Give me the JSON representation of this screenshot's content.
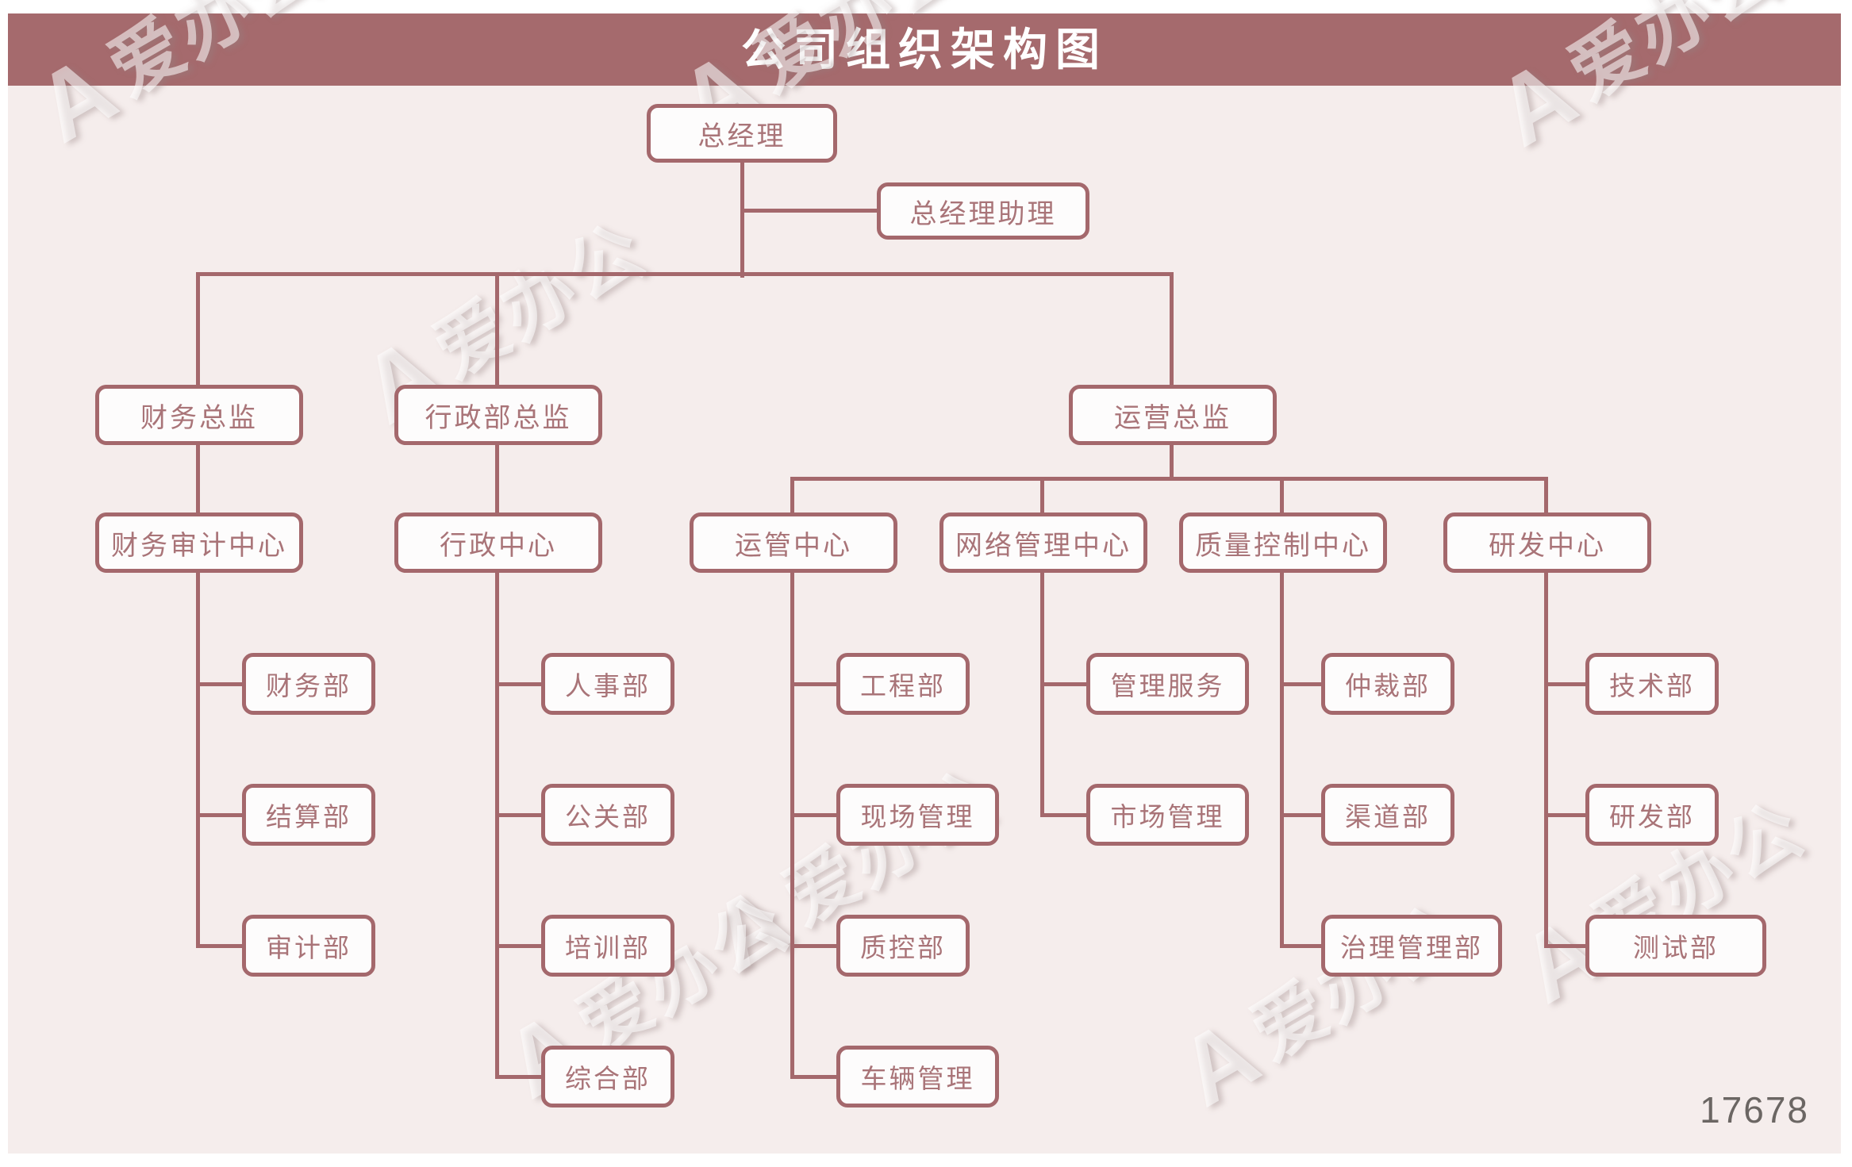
{
  "header": {
    "title": "公司组织架构图"
  },
  "watermark": {
    "logo_letter": "A",
    "text": "爱办公"
  },
  "footer": {
    "page_number": "17678"
  },
  "colors": {
    "banner": "#a56a6d",
    "line": "#a4686c",
    "box_border": "#a4686c",
    "box_text": "#a97478",
    "canvas_background": "#f5edec",
    "box_background": "#fdfcfc",
    "number_text": "#6b6663"
  },
  "org": {
    "root": {
      "label": "总经理"
    },
    "assistant": {
      "label": "总经理助理"
    },
    "branches": [
      {
        "label": "财务总监",
        "center": {
          "label": "财务审计中心",
          "departments": [
            "财务部",
            "结算部",
            "审计部"
          ]
        }
      },
      {
        "label": "行政部总监",
        "center": {
          "label": "行政中心",
          "departments": [
            "人事部",
            "公关部",
            "培训部",
            "综合部"
          ]
        }
      },
      {
        "label": "运营总监",
        "centers": [
          {
            "label": "运管中心",
            "departments": [
              "工程部",
              "现场管理",
              "质控部",
              "车辆管理"
            ]
          },
          {
            "label": "网络管理中心",
            "departments": [
              "管理服务",
              "市场管理"
            ]
          },
          {
            "label": "质量控制中心",
            "departments": [
              "仲裁部",
              "渠道部",
              "治理管理部"
            ]
          },
          {
            "label": "研发中心",
            "departments": [
              "技术部",
              "研发部",
              "测试部"
            ]
          }
        ]
      }
    ]
  }
}
